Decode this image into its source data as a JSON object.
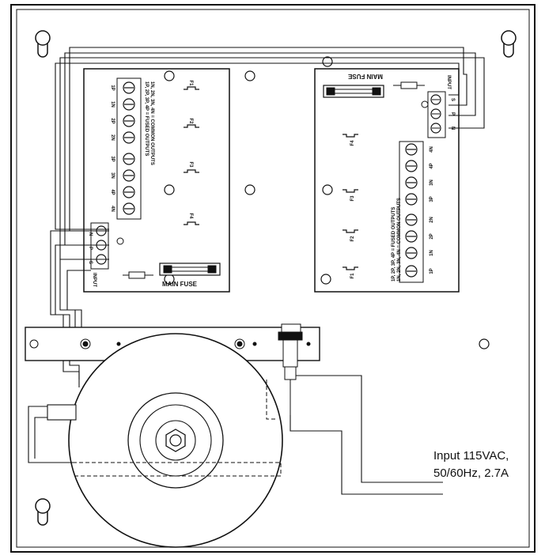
{
  "left_board": {
    "terminals": [
      "1P",
      "1N",
      "2P",
      "2N",
      "3P",
      "3N",
      "4P",
      "4N"
    ],
    "fuses": [
      "F1",
      "F2",
      "F3",
      "F4"
    ],
    "legend_fused": "1P, 2P, 3P, 4P = FUSED OUTPUTS",
    "legend_common": "1N, 2N, 3N, 4N = COMMON OUTPUTS",
    "main_fuse": "MAIN FUSE",
    "input_label": "INPUT",
    "input_pins": [
      "N",
      "P",
      "S"
    ]
  },
  "right_board": {
    "terminals": [
      "4N",
      "4P",
      "3N",
      "3P",
      "2N",
      "2P",
      "1N",
      "1P"
    ],
    "fuses": [
      "F4",
      "F3",
      "F2",
      "F1"
    ],
    "legend_fused": "1P, 2P, 3P, 4P = FUSED OUTPUTS",
    "legend_common": "1N, 2N, 3N, 4N = COMMON OUTPUTS",
    "main_fuse": "MAIN FUSE",
    "input_label": "INPUT",
    "input_pins": [
      "S",
      "P",
      "N"
    ]
  },
  "input_spec": {
    "line1": "Input 115VAC,",
    "line2": "50/60Hz, 2.7A"
  }
}
